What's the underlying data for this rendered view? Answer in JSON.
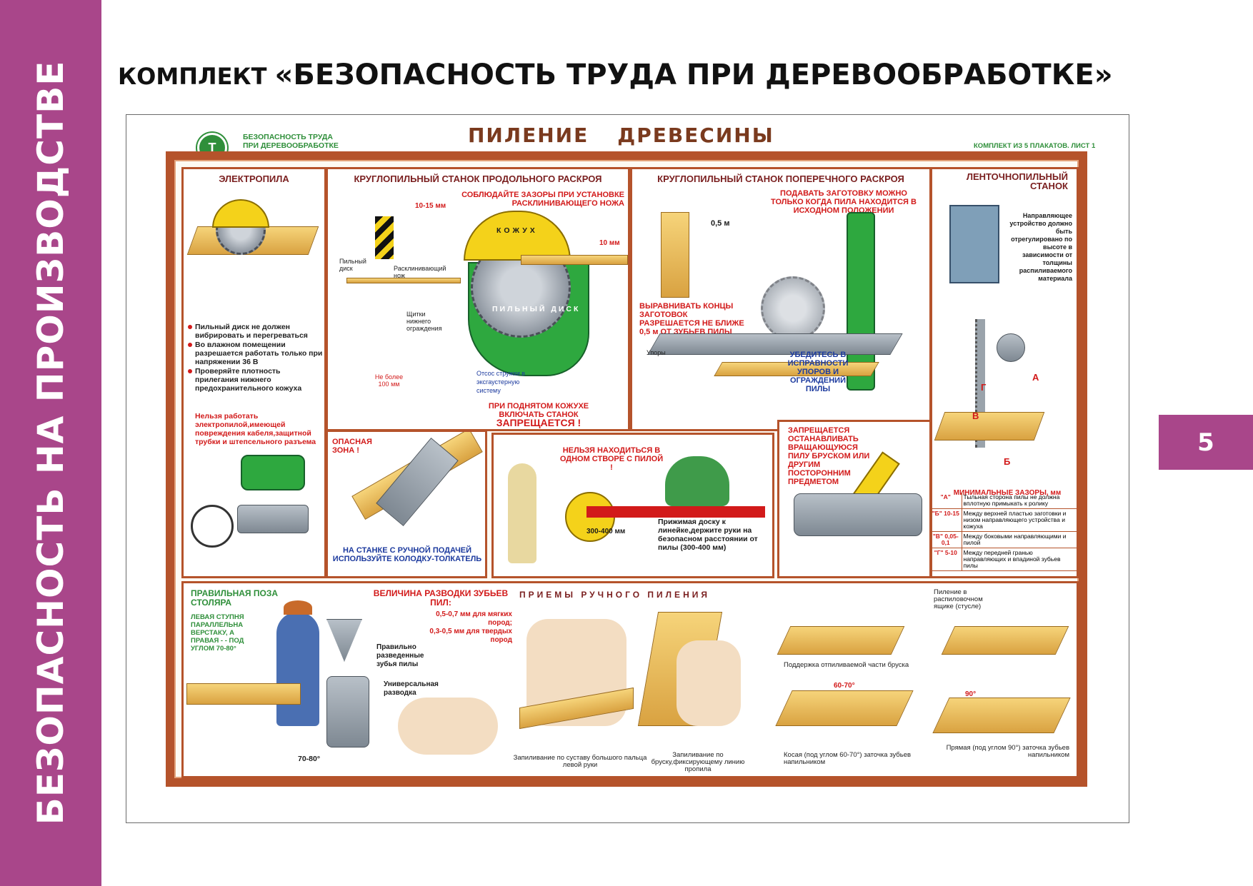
{
  "sidebar": {
    "text": "БЕЗОПАСНОСТЬ НА ПРОИЗВОДСТВЕ"
  },
  "header": {
    "title_small": "КОМПЛЕКТ ",
    "title_big": "«БЕЗОПАСНОСТЬ ТРУДА ПРИ ДЕРЕВООБРАБОТКЕ»"
  },
  "page_number": "5",
  "poster": {
    "logo_text_1": "БЕЗОПАСНОСТЬ ТРУДА",
    "logo_text_2": "ПРИ ДЕРЕВООБРАБОТКЕ",
    "title_1": "ПИЛЕНИЕ",
    "title_2": "ДРЕВЕСИНЫ",
    "sheet": "КОМПЛЕКТ ИЗ 5 ПЛАКАТОВ. ЛИСТ 1",
    "elektropila": {
      "title": "ЭЛЕКТРОПИЛА",
      "bullets": [
        "Пильный диск не должен вибрировать и перегреваться",
        "Во влажном помещении разрешается работать только при напряжении 36 В",
        "Проверяйте плотность прилегания нижнего предохранительного кожуха"
      ],
      "warning": "Нельзя работать электропилой,имеющей повреждения кабеля,защитной трубки и штепсельного разъема"
    },
    "prodolny": {
      "title": "КРУГЛОПИЛЬНЫЙ СТАНОК ПРОДОЛЬНОГО РАСКРОЯ",
      "note": "СОБЛЮДАЙТЕ ЗАЗОРЫ ПРИ УСТАНОВКЕ РАСКЛИНИВАЮЩЕГО НОЖА",
      "gap1": "10-15 мм",
      "gap2": "10 мм",
      "kozhuh": "КОЖУХ",
      "disk": "ПИЛЬНЫЙ ДИСК",
      "label_disk": "Пильный диск",
      "label_nozh": "Расклинивающий нож",
      "label_shchitki": "Щитки нижнего ограждения",
      "label_max": "Не более 100 мм",
      "label_otsos": "Отсос стружки в эксгаустерную систему",
      "warning_1": "ПРИ ПОДНЯТОМ КОЖУХЕ ВКЛЮЧАТЬ СТАНОК",
      "warning_2": "ЗАПРЕЩАЕТСЯ !",
      "danger": "ОПАСНАЯ ЗОНА !",
      "pusher": "НА СТАНКЕ С РУЧНОЙ ПОДАЧЕЙ ИСПОЛЬЗУЙТЕ КОЛОДКУ-ТОЛКАТЕЛЬ"
    },
    "stvore": {
      "warning": "НЕЛЬЗЯ НАХОДИТЬСЯ В ОДНОМ СТВОРЕ С ПИЛОЙ !",
      "distance": "300-400 мм",
      "note": "Прижимая доску к линейке,держите руки на безопасном расстоянии от пилы (300-400 мм)"
    },
    "poperechny": {
      "title": "КРУГЛОПИЛЬНЫЙ СТАНОК ПОПЕРЕЧНОГО РАСКРОЯ",
      "note": "ПОДАВАТЬ ЗАГОТОВКУ МОЖНО ТОЛЬКО КОГДА ПИЛА НАХОДИТСЯ В ИСХОДНОМ ПОЛОЖЕНИИ",
      "height": "0,5 м",
      "align": "ВЫРАВНИВАТЬ КОНЦЫ ЗАГОТОВОК РАЗРЕШАЕТСЯ НЕ БЛИЖЕ 0,5 м ОТ ЗУБЬЕВ ПИЛЫ",
      "upory": "Упоры",
      "check": "УБЕДИТЕСЬ В ИСПРАВНОСТИ УПОРОВ И ОГРАЖДЕНИЙ ПИЛЫ",
      "forbidden": "ЗАПРЕЩАЕТСЯ ОСТАНАВЛИВАТЬ ВРАЩАЮЩУЮСЯ ПИЛУ БРУСКОМ ИЛИ ДРУГИМ ПОСТОРОННИМ ПРЕДМЕТОМ"
    },
    "lentochny": {
      "title": "ЛЕНТОЧНОПИЛЬНЫЙ СТАНОК",
      "note": "Направляющее устройство должно быть отрегулировано по высоте в зависимости от толщины распиливаемого материала",
      "a": "А",
      "b": "Б",
      "v": "В",
      "g": "Г",
      "table_title": "МИНИМАЛЬНЫЕ ЗАЗОРЫ, мм",
      "table": [
        {
          "k": "\"А\"",
          "v": "Тыльная сторона пилы не должна вплотную примыкать к ролику"
        },
        {
          "k": "\"Б\" 10-15",
          "v": "Между верхней пластью заготовки и низом направляющего устройства и кожуха"
        },
        {
          "k": "\"В\" 0,05-0,1",
          "v": "Между боковыми направляющими и пилой"
        },
        {
          "k": "\"Г\" 5-10",
          "v": "Между передней гранью направляющих и впадиной зубьев пилы"
        }
      ]
    },
    "poza": {
      "title": "ПРАВИЛЬНАЯ ПОЗА СТОЛЯРА",
      "text": "ЛЕВАЯ СТУПНЯ ПАРАЛЛЕЛЬНА ВЕРСТАКУ, А ПРАВАЯ - - ПОД УГЛОМ 70-80°",
      "angle": "70-80°"
    },
    "razvodka": {
      "title": "ВЕЛИЧИНА РАЗВОДКИ ЗУБЬЕВ ПИЛ:",
      "soft": "0,5-0,7 мм для мягких пород;",
      "hard": "0,3-0,5 мм для твердых пород",
      "correct": "Правильно разведенные зубья пилы",
      "universal": "Универсальная разводка"
    },
    "priemy": {
      "title": "ПРИЕМЫ РУЧНОГО ПИЛЕНИЯ",
      "c1": "Запиливание по суставу большого пальца левой руки",
      "c2": "Запиливание по бруску,фиксирующему линию пропила",
      "c3": "Поддержка отпиливаемой части бруска",
      "c4": "Пиление в распиловочном ящике (стусле)",
      "c5_angle": "60-70°",
      "c5": "Косая (под углом 60-70°) заточка зубьев напильником",
      "c6_angle": "90°",
      "c6": "Прямая (под углом 90°) заточка зубьев напильником"
    }
  }
}
